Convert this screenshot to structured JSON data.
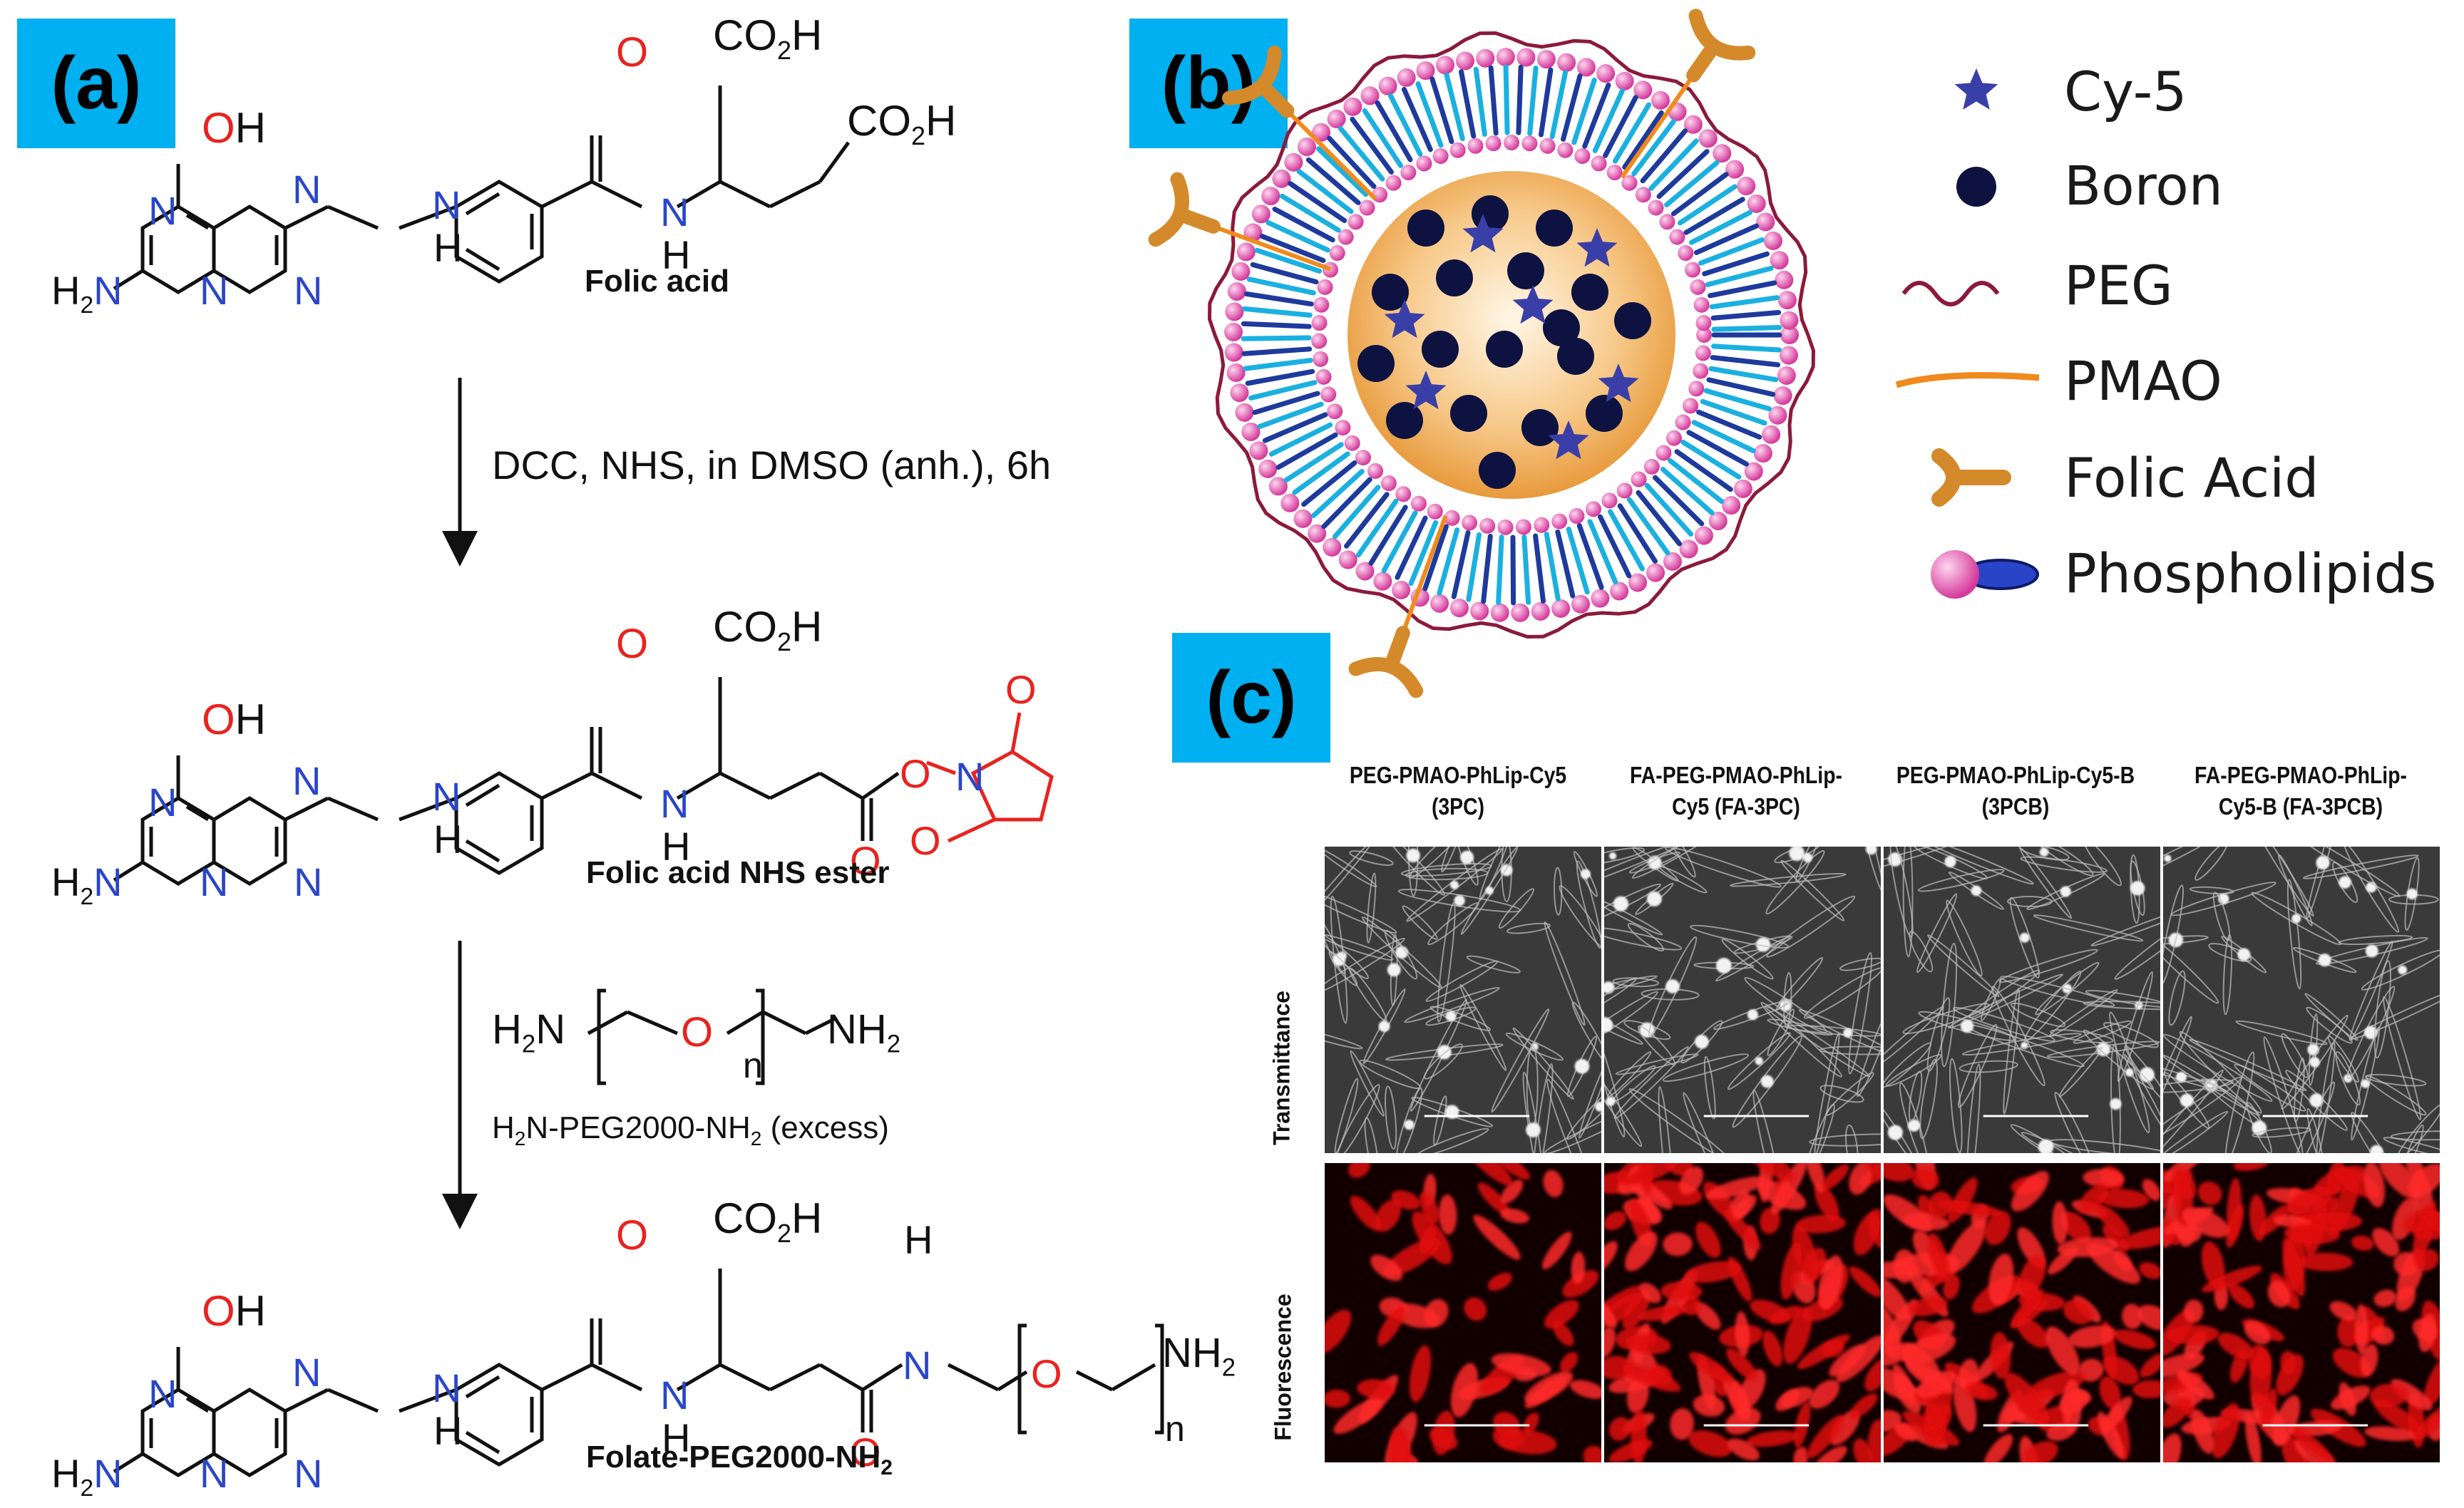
{
  "panels": {
    "a": "(a)",
    "b": "(b)",
    "c": "(c)"
  },
  "scheme": {
    "compound1": "Folic acid",
    "compound2": "Folic acid NHS ester",
    "compound3": "Folate-PEG2000-NH",
    "compound3_sub": "2",
    "step1_conditions": "DCC, NHS, in DMSO (anh.), 6h",
    "step2_reagent_name": "H",
    "step2_reagent_sub": "2",
    "step2_reagent_rest": "N-PEG2000-NH",
    "step2_reagent_sub2": "2",
    "step2_reagent_tail": " (excess)",
    "atoms": {
      "OH": "OH",
      "H2N": "H",
      "N": "N",
      "H": "H",
      "O": "O",
      "CO2H": "CO",
      "CO2H_tail": "H",
      "sub2": "2",
      "NH2": "NH",
      "n": "n"
    }
  },
  "legend": {
    "items": [
      {
        "label": "Cy-5",
        "icon": "star-icon",
        "color": "#3a3fa8"
      },
      {
        "label": "Boron",
        "icon": "dot-icon",
        "color": "#0d1240"
      },
      {
        "label": "PEG",
        "icon": "wave-icon",
        "color": "#8b1a3a"
      },
      {
        "label": "PMAO",
        "icon": "line-icon",
        "color": "#f08a1c"
      },
      {
        "label": "Folic Acid",
        "icon": "folate-icon",
        "color": "#d4892a"
      },
      {
        "label": "Phospholipids",
        "icon": "phospholipid-icon",
        "color": "#d4399a"
      }
    ]
  },
  "microscopy": {
    "columns": [
      "PEG-PMAO-PhLip-Cy5 (3PC)",
      "FA-PEG-PMAO-PhLip-Cy5 (FA-3PC)",
      "PEG-PMAO-PhLip-Cy5-B (3PCB)",
      "FA-PEG-PMAO-PhLip-Cy5-B (FA-3PCB)"
    ],
    "rows": [
      "Transmittance",
      "Fluorescence"
    ]
  },
  "colors": {
    "label_bg": "#00b0f0",
    "heteroatom_N": "#2a46c8",
    "heteroatom_O": "#e8231f"
  }
}
